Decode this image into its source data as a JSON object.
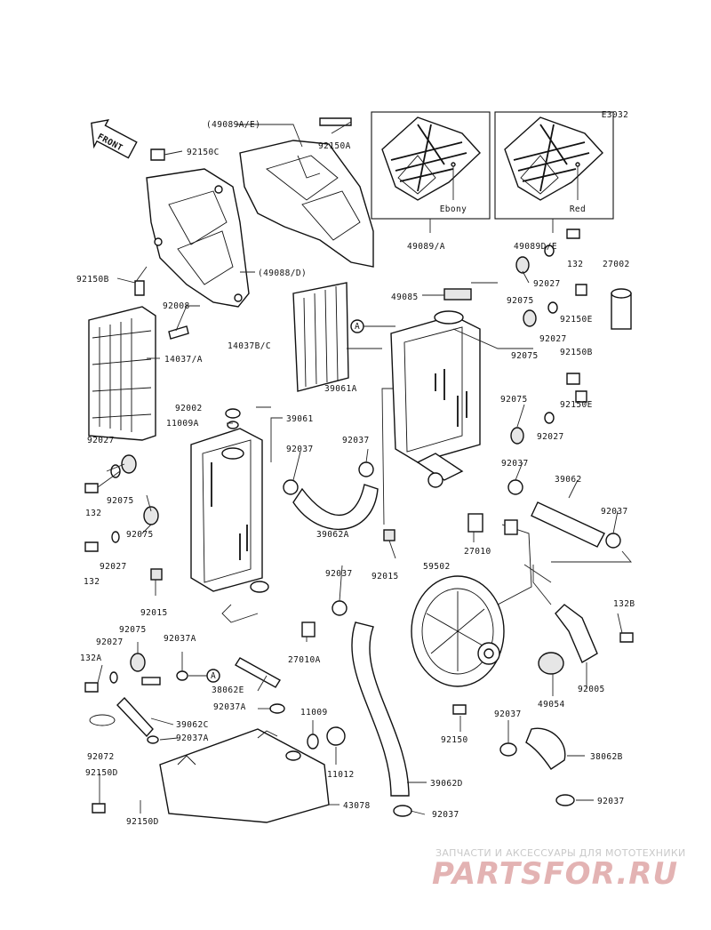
{
  "diagram": {
    "ref_code": "E3032",
    "front_label": "FRONT",
    "callouts": [
      {
        "id": "c01",
        "text": "(49089A/E)"
      },
      {
        "id": "c02",
        "text": "92150A"
      },
      {
        "id": "c03",
        "text": "92150C"
      },
      {
        "id": "c04",
        "text": "49089/A"
      },
      {
        "id": "c05",
        "text": "49089D/E"
      },
      {
        "id": "c06",
        "text": "132"
      },
      {
        "id": "c07",
        "text": "27002"
      },
      {
        "id": "c08",
        "text": "92150B"
      },
      {
        "id": "c09",
        "text": "(49088/D)"
      },
      {
        "id": "c10",
        "text": "92027"
      },
      {
        "id": "c11",
        "text": "92008"
      },
      {
        "id": "c12",
        "text": "49085"
      },
      {
        "id": "c13",
        "text": "92075"
      },
      {
        "id": "c14",
        "text": "92150E"
      },
      {
        "id": "c15",
        "text": "14037B/C"
      },
      {
        "id": "c16",
        "text": "92027"
      },
      {
        "id": "c17",
        "text": "14037/A"
      },
      {
        "id": "c18",
        "text": "92075"
      },
      {
        "id": "c19",
        "text": "92150B"
      },
      {
        "id": "c20",
        "text": "39061A"
      },
      {
        "id": "c21",
        "text": "92002"
      },
      {
        "id": "c22",
        "text": "11009A"
      },
      {
        "id": "c23",
        "text": "39061"
      },
      {
        "id": "c24",
        "text": "92075"
      },
      {
        "id": "c25",
        "text": "92150E"
      },
      {
        "id": "c26",
        "text": "92027"
      },
      {
        "id": "c27",
        "text": "92037"
      },
      {
        "id": "c28",
        "text": "92037"
      },
      {
        "id": "c29",
        "text": "92027"
      },
      {
        "id": "c30",
        "text": "92037"
      },
      {
        "id": "c31",
        "text": "39062"
      },
      {
        "id": "c32",
        "text": "132"
      },
      {
        "id": "c33",
        "text": "92075"
      },
      {
        "id": "c34",
        "text": "92037"
      },
      {
        "id": "c35",
        "text": "39062A"
      },
      {
        "id": "c36",
        "text": "27010"
      },
      {
        "id": "c37",
        "text": "92075"
      },
      {
        "id": "c38",
        "text": "92015"
      },
      {
        "id": "c39",
        "text": "132"
      },
      {
        "id": "c40",
        "text": "92027"
      },
      {
        "id": "c41",
        "text": "59502"
      },
      {
        "id": "c42",
        "text": "92037"
      },
      {
        "id": "c43",
        "text": "132B"
      },
      {
        "id": "c44",
        "text": "92015"
      },
      {
        "id": "c45",
        "text": "92075"
      },
      {
        "id": "c46",
        "text": "92027"
      },
      {
        "id": "c47",
        "text": "92037A"
      },
      {
        "id": "c48",
        "text": "27010A"
      },
      {
        "id": "c49",
        "text": "132A"
      },
      {
        "id": "c50",
        "text": "92005"
      },
      {
        "id": "c51",
        "text": "49054"
      },
      {
        "id": "c52",
        "text": "38062E"
      },
      {
        "id": "c53",
        "text": "92037A"
      },
      {
        "id": "c54",
        "text": "11009"
      },
      {
        "id": "c55",
        "text": "92037"
      },
      {
        "id": "c56",
        "text": "39062C"
      },
      {
        "id": "c57",
        "text": "92150"
      },
      {
        "id": "c58",
        "text": "92072"
      },
      {
        "id": "c59",
        "text": "92037A"
      },
      {
        "id": "c60",
        "text": "38062B"
      },
      {
        "id": "c61",
        "text": "11012"
      },
      {
        "id": "c62",
        "text": "92150D"
      },
      {
        "id": "c63",
        "text": "39062D"
      },
      {
        "id": "c64",
        "text": "92037"
      },
      {
        "id": "c65",
        "text": "43078"
      },
      {
        "id": "c66",
        "text": "92150D"
      },
      {
        "id": "c67",
        "text": "92037"
      }
    ],
    "inset_captions": {
      "left": "Ebony",
      "right": "Red"
    },
    "ref_markers": {
      "upper": "A",
      "lower": "A"
    }
  },
  "watermark": {
    "subtitle": "ЗАПЧАСТИ И АКСЕССУАРЫ ДЛЯ МОТОТЕХНИКИ",
    "logo": "PARTSFOR.RU"
  },
  "colors": {
    "line": "#111111",
    "paper": "#ffffff",
    "watermark_logo": "#e3b3b3",
    "watermark_text": "#c9c9c9"
  }
}
